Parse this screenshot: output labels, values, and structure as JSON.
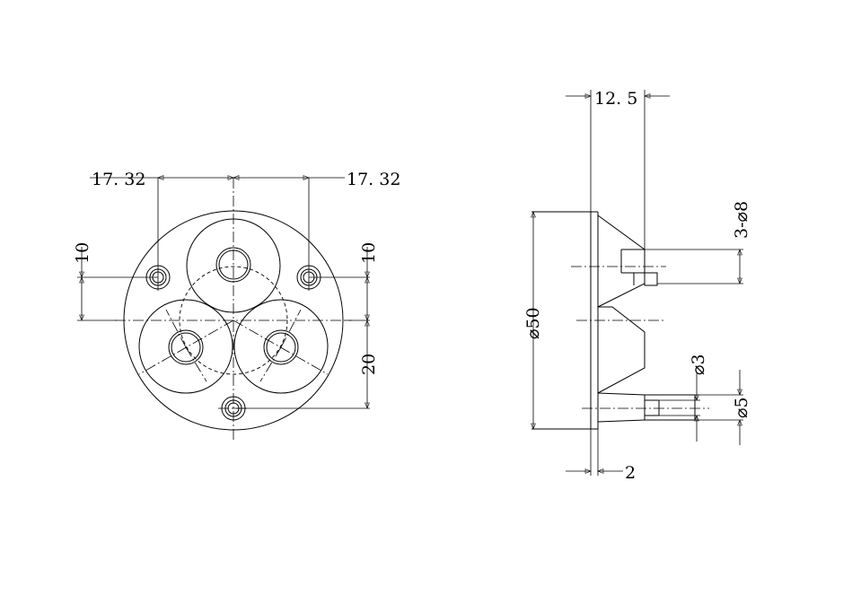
{
  "front_view": {
    "dim_top_left": "17. 32",
    "dim_top_right": "17. 32",
    "dim_left_10": "10",
    "dim_right_10": "10",
    "dim_right_20": "20"
  },
  "side_view": {
    "dim_12_5": "12. 5",
    "dim_3_phi8": "3-⌀8",
    "dim_phi50": "⌀50",
    "dim_phi3": "⌀3",
    "dim_phi5": "⌀5",
    "dim_2": "2"
  }
}
